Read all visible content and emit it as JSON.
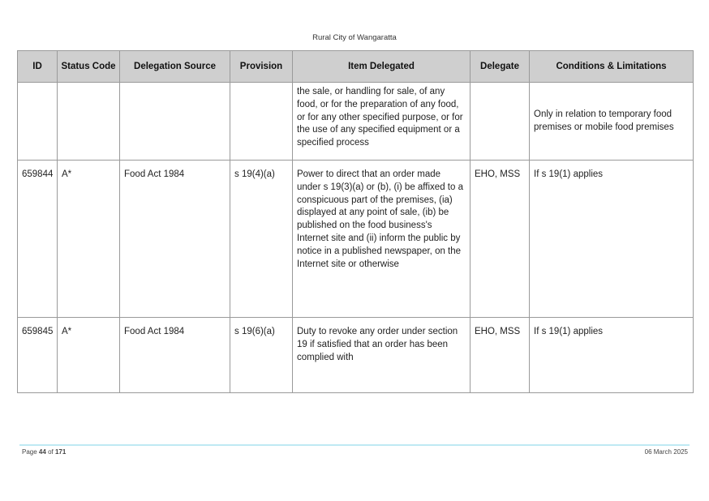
{
  "document": {
    "organisation": "Rural City of Wangaratta"
  },
  "table": {
    "headers": [
      "ID",
      "Status Code",
      "Delegation Source",
      "Provision",
      "Item Delegated",
      "Delegate",
      "Conditions & Limitations"
    ],
    "rows": [
      {
        "id": "",
        "status_code": "",
        "source": "",
        "provision": "",
        "item": "the sale, or handling for sale, of any food, or for the preparation of any food, or for any other specified purpose, or for the use of any specified equipment or a specified process",
        "delegate": "",
        "conditions": "Only in relation to temporary food premises or mobile food premises"
      },
      {
        "id": "659844",
        "status_code": "A*",
        "source": "Food Act 1984",
        "provision": "s 19(4)(a)",
        "item": "Power to direct that an order made under s 19(3)(a) or (b), (i) be affixed to a conspicuous part of the premises, (ia) displayed at any point of sale, (ib) be published on the food business's Internet site and (ii) inform the public by notice in a published newspaper, on the Internet site or otherwise",
        "delegate": "EHO, MSS",
        "conditions": "If s 19(1) applies"
      },
      {
        "id": "659845",
        "status_code": "A*",
        "source": "Food Act 1984",
        "provision": "s 19(6)(a)",
        "item": "Duty to revoke any order under section 19 if satisfied that an order has been complied with",
        "delegate": "EHO, MSS",
        "conditions": "If s 19(1) applies"
      }
    ]
  },
  "footer": {
    "page_prefix": "Page",
    "page_current": "44",
    "page_of": "of",
    "page_total": "171",
    "date": "06 March 2025"
  }
}
